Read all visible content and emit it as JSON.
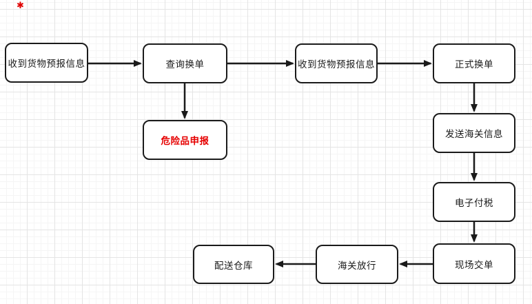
{
  "canvas": {
    "background": "#ffffff",
    "grid_minor_color": "#f5f5f5",
    "grid_major_color": "#e4e4e4",
    "node_border_color": "#1a1a1a",
    "arrow_color": "#1a1a1a",
    "danger_text_color": "#e60000"
  },
  "marker": {
    "glyph": "✱",
    "color": "#e00000"
  },
  "nodes": [
    {
      "id": "receive-forecast-1",
      "label": "收到货物预报信息",
      "text_color": "#1a1a1a"
    },
    {
      "id": "query-exchange",
      "label": "查询换单",
      "text_color": "#1a1a1a"
    },
    {
      "id": "receive-forecast-2",
      "label": "收到货物预报信息",
      "text_color": "#1a1a1a"
    },
    {
      "id": "formal-exchange",
      "label": "正式换单",
      "text_color": "#1a1a1a"
    },
    {
      "id": "dangerous-goods",
      "label": "危险品申报",
      "text_color": "#e60000"
    },
    {
      "id": "send-customs-info",
      "label": "发送海关信息",
      "text_color": "#1a1a1a"
    },
    {
      "id": "e-tax-payment",
      "label": "电子付税",
      "text_color": "#1a1a1a"
    },
    {
      "id": "onsite-submit",
      "label": "现场交单",
      "text_color": "#1a1a1a"
    },
    {
      "id": "customs-release",
      "label": "海关放行",
      "text_color": "#1a1a1a"
    },
    {
      "id": "warehouse-delivery",
      "label": "配送仓库",
      "text_color": "#1a1a1a"
    }
  ],
  "edges": [
    {
      "from": "receive-forecast-1",
      "to": "query-exchange"
    },
    {
      "from": "query-exchange",
      "to": "receive-forecast-2"
    },
    {
      "from": "receive-forecast-2",
      "to": "formal-exchange"
    },
    {
      "from": "query-exchange",
      "to": "dangerous-goods"
    },
    {
      "from": "formal-exchange",
      "to": "send-customs-info"
    },
    {
      "from": "send-customs-info",
      "to": "e-tax-payment"
    },
    {
      "from": "e-tax-payment",
      "to": "onsite-submit"
    },
    {
      "from": "onsite-submit",
      "to": "customs-release"
    },
    {
      "from": "customs-release",
      "to": "warehouse-delivery"
    }
  ]
}
